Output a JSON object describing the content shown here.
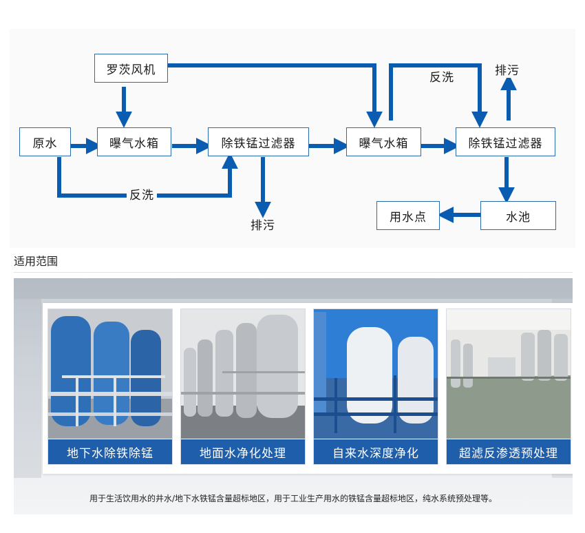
{
  "diagram": {
    "nodes": {
      "roots_blower": "罗茨风机",
      "raw_water": "原水",
      "aeration_tank_1": "曝气水箱",
      "iron_mn_filter_1": "除铁锰过滤器",
      "aeration_tank_2": "曝气水箱",
      "iron_mn_filter_2": "除铁锰过滤器",
      "water_pool": "水池",
      "point_of_use": "用水点"
    },
    "labels": {
      "backwash_1": "反洗",
      "drain_1": "排污",
      "backwash_2": "反洗",
      "drain_2": "排污"
    },
    "arrow_color": "#0a5cb0"
  },
  "section": {
    "title": "适用范围"
  },
  "banner": {
    "cards": [
      {
        "caption": "地下水除铁除锰"
      },
      {
        "caption": "地面水净化处理"
      },
      {
        "caption": "自来水深度净化"
      },
      {
        "caption": "超滤反渗透预处理"
      }
    ],
    "note": "用于生活饮用水的井水/地下水铁锰含量超标地区，用于工业生产用水的铁锰含量超标地区，纯水系统预处理等。",
    "caption_color": "#1f5eaa"
  }
}
